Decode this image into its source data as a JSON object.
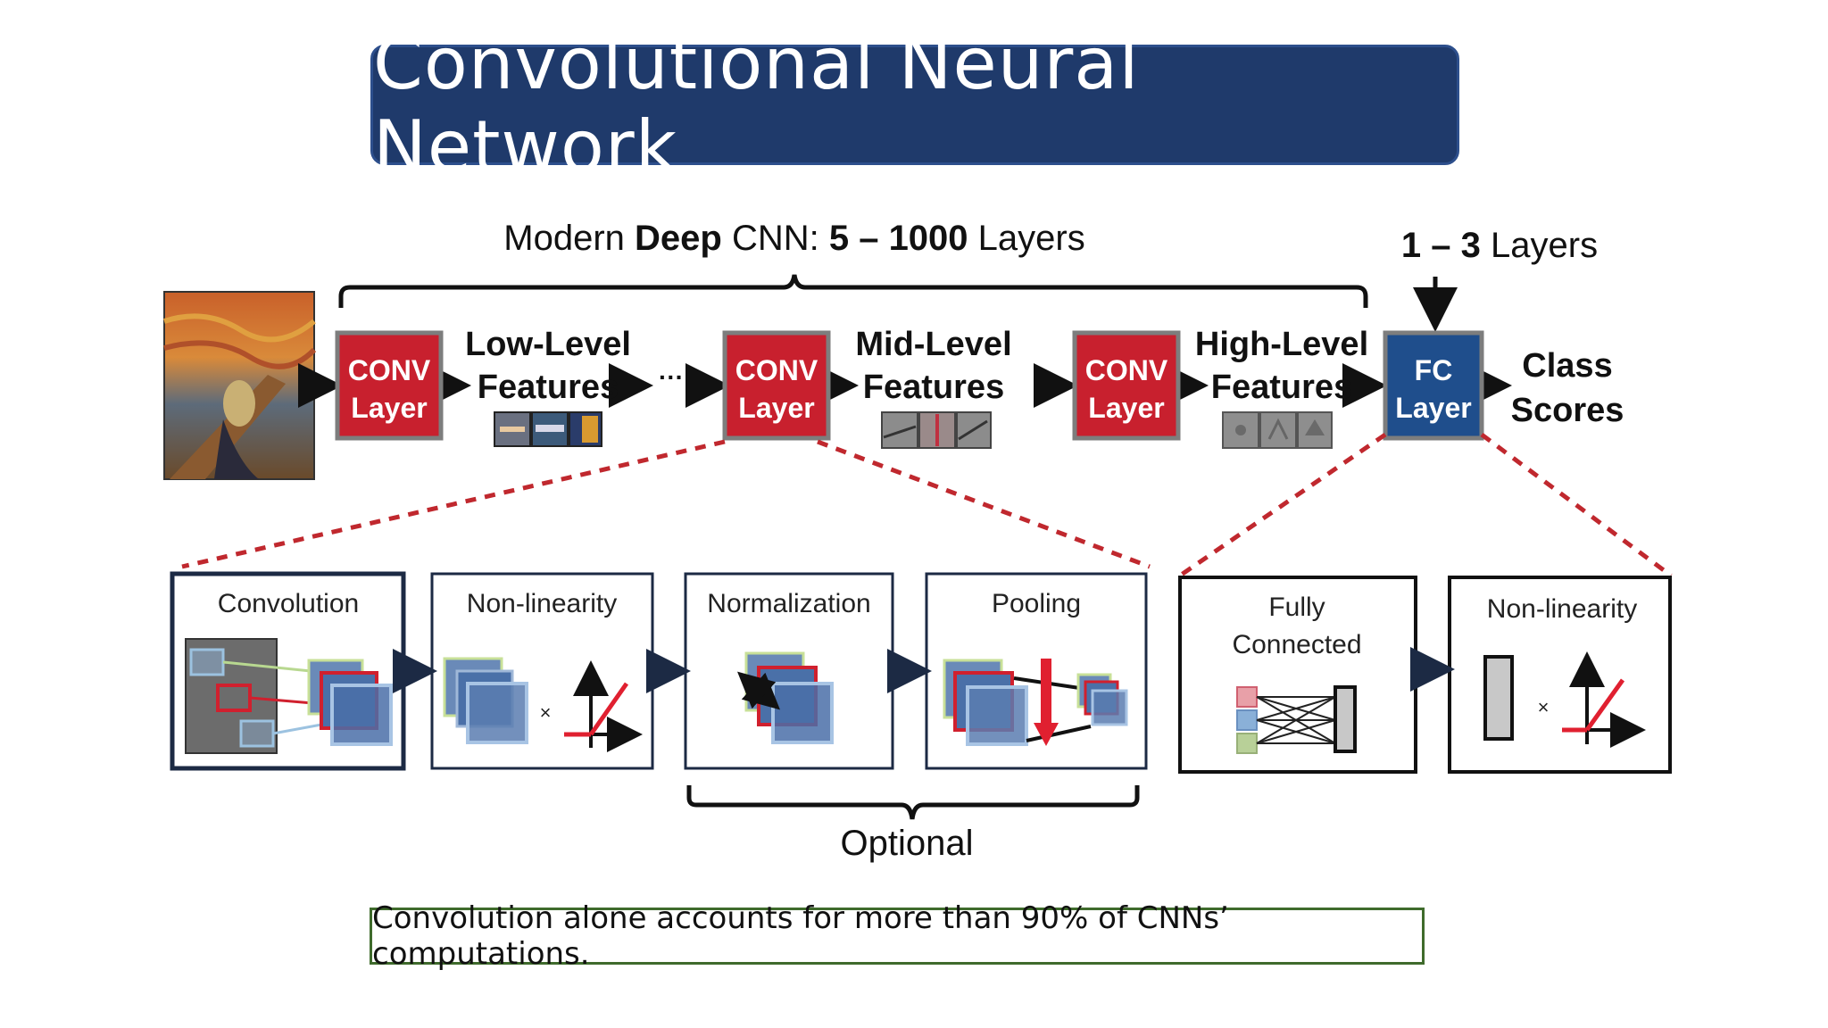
{
  "title": "Convolutional Neural Network",
  "header": {
    "deep_prefix": "Modern ",
    "deep_bold": "Deep",
    "deep_mid": " CNN: ",
    "deep_range": "5 – 1000",
    "deep_suffix": " Layers",
    "fc_range": "1 – 3",
    "fc_suffix": " Layers"
  },
  "pipeline": {
    "conv_top": "CONV",
    "conv_bottom": "Layer",
    "fc_top": "FC",
    "fc_bottom": "Layer",
    "low_line1": "Low-Level",
    "low_line2": "Features",
    "mid_line1": "Mid-Level",
    "mid_line2": "Features",
    "high_line1": "High-Level",
    "high_line2": "Features",
    "ellipsis": "···",
    "class_line1": "Class",
    "class_line2": "Scores"
  },
  "stages": {
    "convolution": "Convolution",
    "nonlinearity": "Non-linearity",
    "normalization": "Normalization",
    "pooling": "Pooling",
    "fully_line1": "Fully",
    "fully_line2": "Connected",
    "nonlinearity2": "Non-linearity",
    "times": "×",
    "optional": "Optional"
  },
  "footer": "Convolution alone accounts for more than 90% of CNNs’ computations.",
  "colors": {
    "title_bg": "#1f3a6b",
    "conv_red": "#c8202e",
    "fc_blue": "#1f4e8c",
    "dashed_red": "#c0282e",
    "footer_border": "#3f6b2c"
  }
}
